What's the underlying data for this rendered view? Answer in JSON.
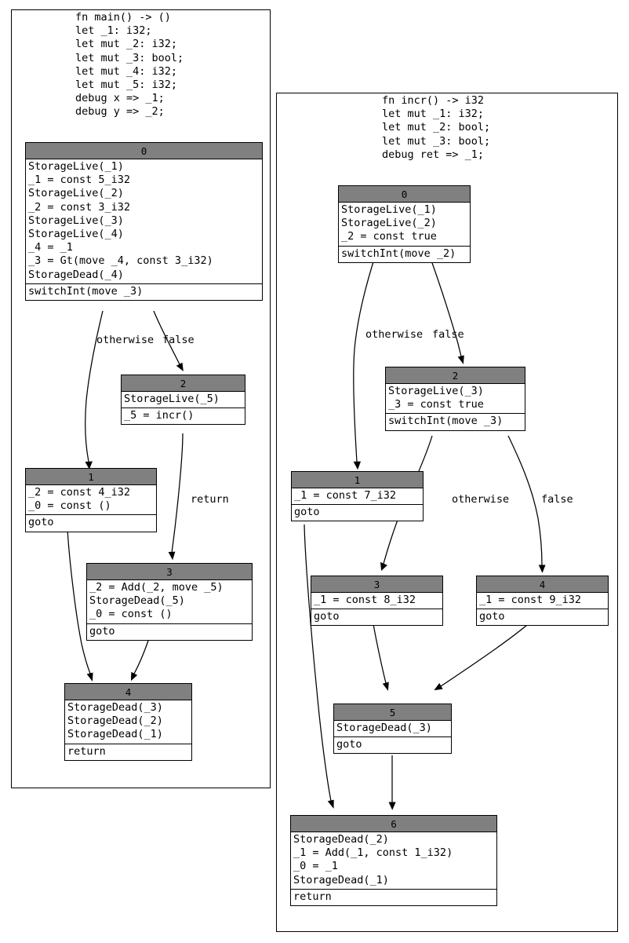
{
  "diagram": {
    "kind": "mir-control-flow-graph",
    "node_header_color": "#808080",
    "node_body_color": "#ffffff",
    "border_color": "#000000"
  },
  "clusters": [
    {
      "id": "main",
      "signature": "fn main() -> ()\nlet _1: i32;\nlet mut _2: i32;\nlet mut _3: bool;\nlet mut _4: i32;\nlet mut _5: i32;\ndebug x => _1;\ndebug y => _2;",
      "nodes": [
        {
          "id": "main-bb0",
          "label": "0",
          "statements": [
            "StorageLive(_1)",
            "_1 = const 5_i32",
            "StorageLive(_2)",
            "_2 = const 3_i32",
            "StorageLive(_3)",
            "StorageLive(_4)",
            "_4 = _1",
            "_3 = Gt(move _4, const 3_i32)",
            "StorageDead(_4)"
          ],
          "terminator": "switchInt(move _3)"
        },
        {
          "id": "main-bb2",
          "label": "2",
          "statements": [
            "StorageLive(_5)"
          ],
          "terminator": "_5 = incr()"
        },
        {
          "id": "main-bb1",
          "label": "1",
          "statements": [
            "_2 = const 4_i32",
            "_0 = const ()"
          ],
          "terminator": "goto"
        },
        {
          "id": "main-bb3",
          "label": "3",
          "statements": [
            "_2 = Add(_2, move _5)",
            "StorageDead(_5)",
            "_0 = const ()"
          ],
          "terminator": "goto"
        },
        {
          "id": "main-bb4",
          "label": "4",
          "statements": [
            "StorageDead(_3)",
            "StorageDead(_2)",
            "StorageDead(_1)"
          ],
          "terminator": "return"
        }
      ],
      "edge_labels": [
        {
          "id": "main-e-otherwise",
          "text": "otherwise"
        },
        {
          "id": "main-e-false",
          "text": "false"
        },
        {
          "id": "main-e-return",
          "text": "return"
        }
      ]
    },
    {
      "id": "incr",
      "signature": "fn incr() -> i32\nlet mut _1: i32;\nlet mut _2: bool;\nlet mut _3: bool;\ndebug ret => _1;",
      "nodes": [
        {
          "id": "incr-bb0",
          "label": "0",
          "statements": [
            "StorageLive(_1)",
            "StorageLive(_2)",
            "_2 = const true"
          ],
          "terminator": "switchInt(move _2)"
        },
        {
          "id": "incr-bb2",
          "label": "2",
          "statements": [
            "StorageLive(_3)",
            "_3 = const true"
          ],
          "terminator": "switchInt(move _3)"
        },
        {
          "id": "incr-bb1",
          "label": "1",
          "statements": [
            "_1 = const 7_i32"
          ],
          "terminator": "goto"
        },
        {
          "id": "incr-bb3",
          "label": "3",
          "statements": [
            "_1 = const 8_i32"
          ],
          "terminator": "goto"
        },
        {
          "id": "incr-bb4",
          "label": "4",
          "statements": [
            "_1 = const 9_i32"
          ],
          "terminator": "goto"
        },
        {
          "id": "incr-bb5",
          "label": "5",
          "statements": [
            "StorageDead(_3)"
          ],
          "terminator": "goto"
        },
        {
          "id": "incr-bb6",
          "label": "6",
          "statements": [
            "StorageDead(_2)",
            "_1 = Add(_1, const 1_i32)",
            "_0 = _1",
            "StorageDead(_1)"
          ],
          "terminator": "return"
        }
      ],
      "edge_labels": [
        {
          "id": "incr-e-otherwise-0",
          "text": "otherwise"
        },
        {
          "id": "incr-e-false-0",
          "text": "false"
        },
        {
          "id": "incr-e-otherwise-2",
          "text": "otherwise"
        },
        {
          "id": "incr-e-false-2",
          "text": "false"
        }
      ]
    }
  ]
}
